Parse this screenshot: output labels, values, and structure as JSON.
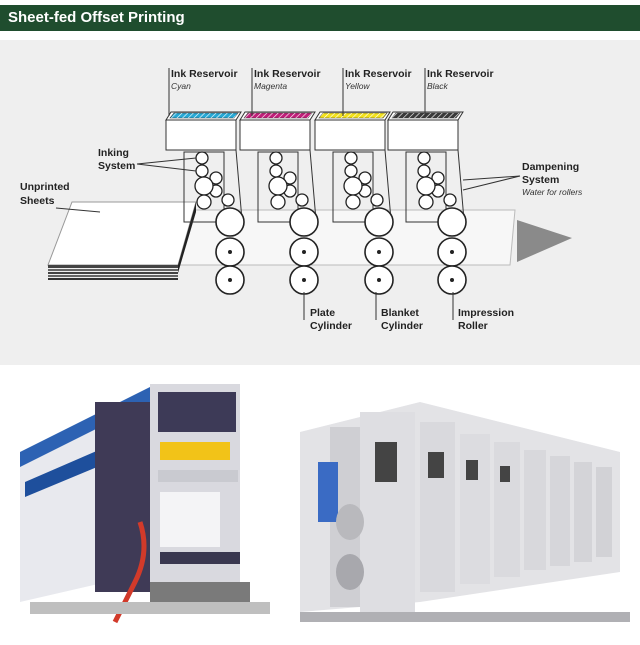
{
  "header": {
    "title": "Sheet-fed Offset Printing",
    "bg_color": "#1f4d2e"
  },
  "diagram": {
    "reservoirs": [
      {
        "label": "Ink Reservoir",
        "color_name": "Cyan",
        "color": "#27a9d6"
      },
      {
        "label": "Ink Reservoir",
        "color_name": "Magenta",
        "color": "#c21f7a"
      },
      {
        "label": "Ink Reservoir",
        "color_name": "Yellow",
        "color": "#f4e21b"
      },
      {
        "label": "Ink Reservoir",
        "color_name": "Black",
        "color": "#3a3a3a"
      }
    ],
    "inking_system": {
      "line1": "Inking",
      "line2": "System"
    },
    "unprinted_sheets": {
      "line1": "Unprinted",
      "line2": "Sheets"
    },
    "dampening": {
      "line1": "Dampening",
      "line2": "System",
      "note": "Water for rollers"
    },
    "plate_cylinder": {
      "line1": "Plate",
      "line2": "Cylinder"
    },
    "blanket_cylinder": {
      "line1": "Blanket",
      "line2": "Cylinder"
    },
    "impression_roller": {
      "line1": "Impression",
      "line2": "Roller"
    }
  },
  "photos": [
    {
      "description": "photo-left-printing-press"
    },
    {
      "description": "photo-right-printing-press"
    }
  ]
}
